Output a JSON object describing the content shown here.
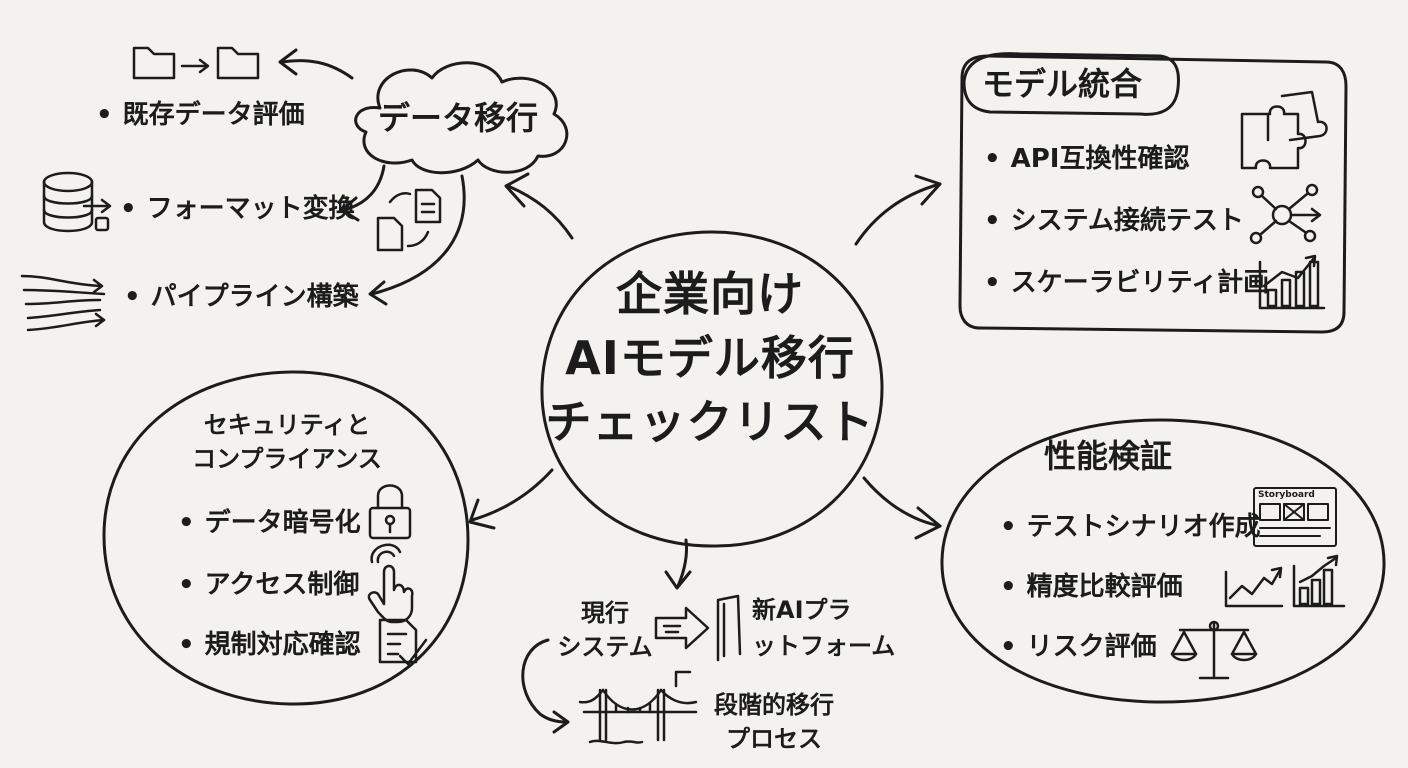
{
  "center": {
    "title_lines": [
      "企業向け",
      "AIモデル移行",
      "チェックリスト"
    ]
  },
  "data_migration": {
    "title": "データ移行",
    "items": [
      "既存データ評価",
      "フォーマット変換",
      "パイプライン構築"
    ]
  },
  "model_integration": {
    "title": "モデル統合",
    "items": [
      "API互換性確認",
      "システム接続テスト",
      "スケーラビリティ計画"
    ]
  },
  "security": {
    "title_lines": [
      "セキュリティと",
      "コンプライアンス"
    ],
    "items": [
      "データ暗号化",
      "アクセス制御",
      "規制対応確認"
    ]
  },
  "performance": {
    "title": "性能検証",
    "items": [
      "テストシナリオ作成",
      "精度比較評価",
      "リスク評価"
    ],
    "storyboard_label": "Storyboard"
  },
  "transition": {
    "current_system_lines": [
      "現行",
      "システム"
    ],
    "new_platform_lines": [
      "新AIプラ",
      "ットフォーム"
    ],
    "phased_lines": [
      "段階的移行",
      "プロセス"
    ]
  },
  "icons": [
    "folder-transfer-icon",
    "database-icon",
    "document-cycle-icon",
    "flow-lines-icon",
    "puzzle-icon",
    "network-icon",
    "bar-chart-up-icon",
    "lock-icon",
    "pointer-hand-icon",
    "checklist-document-icon",
    "storyboard-icon",
    "line-chart-icon",
    "scales-icon",
    "bridge-icon",
    "arrow-right-icon"
  ],
  "colors": {
    "background": "#f3f2ee",
    "ink": "#1c1c1c"
  }
}
